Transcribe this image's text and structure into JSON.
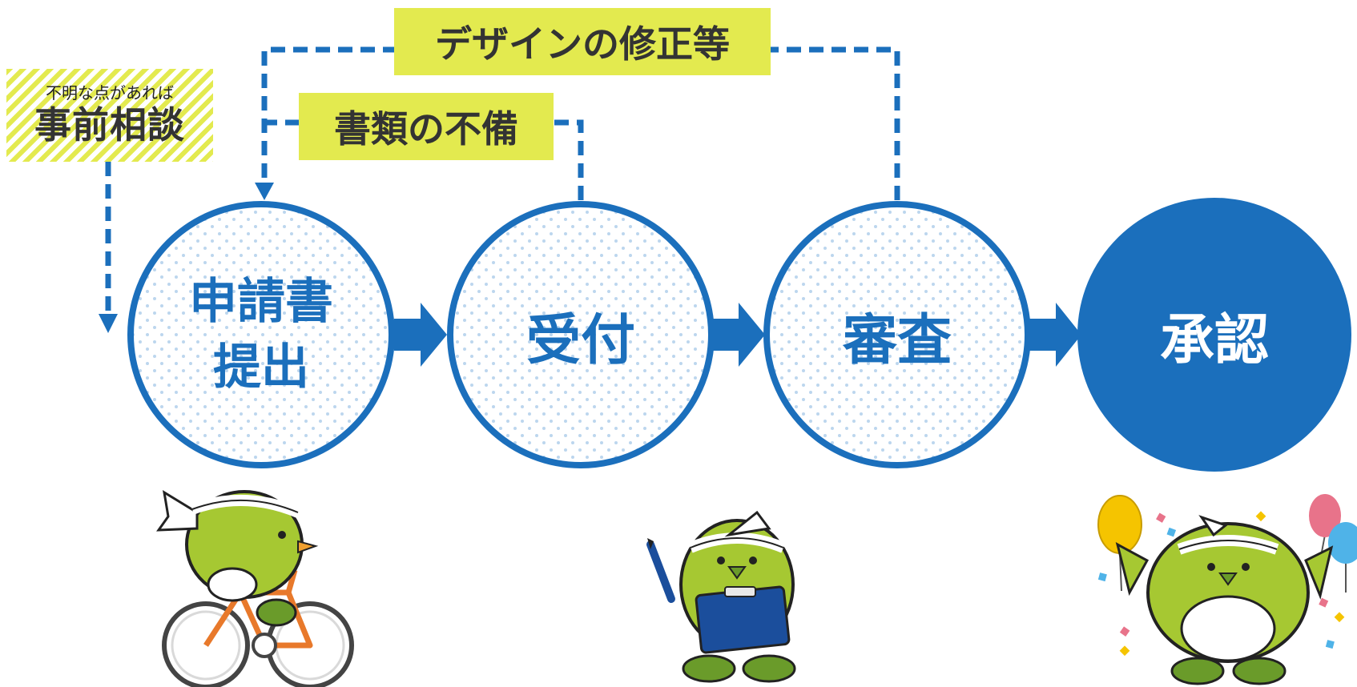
{
  "consult": {
    "subtext": "不明な点があれば",
    "title": "事前相談"
  },
  "feedback_loops": {
    "design_fix": "デザインの修正等",
    "doc_incomplete": "書類の不備"
  },
  "steps": [
    {
      "line1": "申請書",
      "line2": "提出"
    },
    {
      "line1": "受付",
      "line2": ""
    },
    {
      "line1": "審査",
      "line2": ""
    },
    {
      "line1": "承認",
      "line2": ""
    }
  ],
  "colors": {
    "primary_blue": "#1b6fbc",
    "label_yellow": "#e3ea4f",
    "mascot_green": "#a6c832"
  },
  "mascots": [
    {
      "icon": "bird-on-bicycle-icon"
    },
    {
      "icon": "bird-with-clipboard-icon"
    },
    {
      "icon": "bird-with-balloons-icon"
    }
  ]
}
